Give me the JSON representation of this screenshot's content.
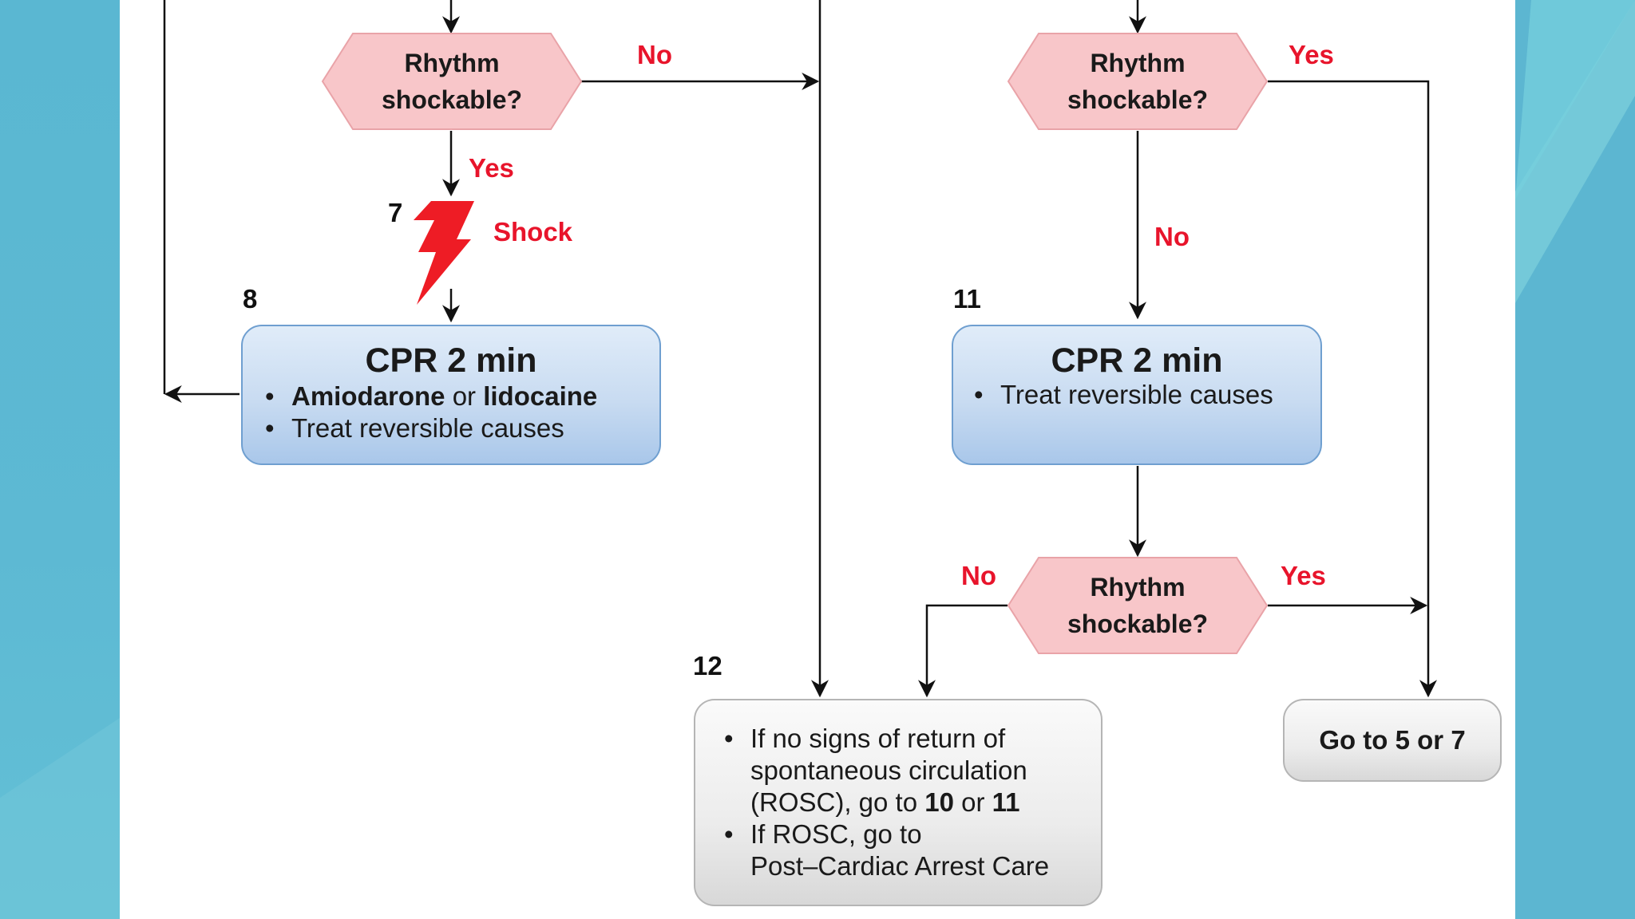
{
  "colors": {
    "background": "#5fb9d3",
    "label_red": "#e8142b",
    "decision_fill": "#f8c6c9",
    "action_box_blue": "#c8dbf1",
    "end_box_gray": "#ececec"
  },
  "decisions": {
    "left": {
      "line1": "Rhythm",
      "line2": "shockable?"
    },
    "right_top": {
      "line1": "Rhythm",
      "line2": "shockable?"
    },
    "right_bottom": {
      "line1": "Rhythm",
      "line2": "shockable?"
    }
  },
  "edge_labels": {
    "left_no": "No",
    "left_yes": "Yes",
    "shock": "Shock",
    "right_top_yes": "Yes",
    "right_top_no": "No",
    "right_bottom_no": "No",
    "right_bottom_yes": "Yes"
  },
  "step_numbers": {
    "shock": "7",
    "box_8": "8",
    "box_11": "11",
    "box_12": "12"
  },
  "box_8": {
    "title": "CPR 2 min",
    "bullet1_bold1": "Amiodarone",
    "bullet1_mid": " or ",
    "bullet1_bold2": "lidocaine",
    "bullet2": "Treat reversible causes"
  },
  "box_11": {
    "title": "CPR 2 min",
    "bullet1": "Treat reversible causes"
  },
  "box_12": {
    "bullet1_text": "If no signs of return of spontaneous circulation (ROSC), go to ",
    "bullet1_bold1": "10",
    "bullet1_mid": " or ",
    "bullet1_bold2": "11",
    "bullet2_line1": "If ROSC, go to",
    "bullet2_line2": "Post–Cardiac Arrest Care"
  },
  "goto_box": {
    "label": "Go to 5 or 7"
  }
}
